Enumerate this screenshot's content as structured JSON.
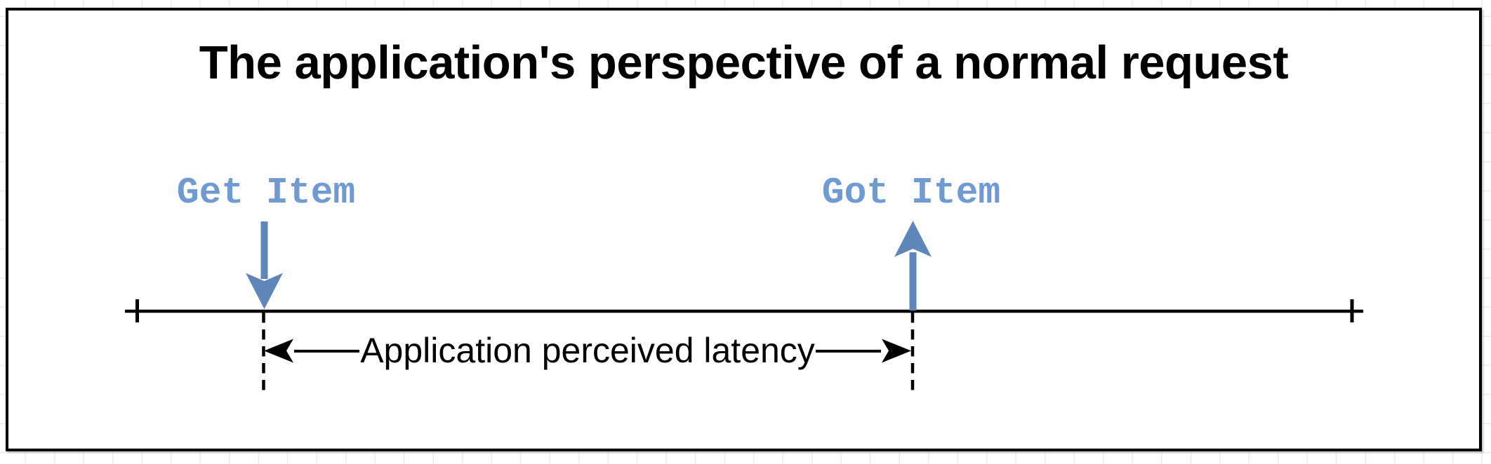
{
  "diagram": {
    "title": "The application's perspective of a normal request",
    "timeline": {
      "events": [
        {
          "label": "Get Item",
          "direction": "down"
        },
        {
          "label": "Got Item",
          "direction": "up"
        }
      ],
      "span_label": "Application perceived latency"
    }
  },
  "colors": {
    "event-blue": "#6f9ad2",
    "arrow-blue": "#5f86b9",
    "line": "#000000",
    "grid": "#ebebeb",
    "canvas": "#ffffff"
  }
}
